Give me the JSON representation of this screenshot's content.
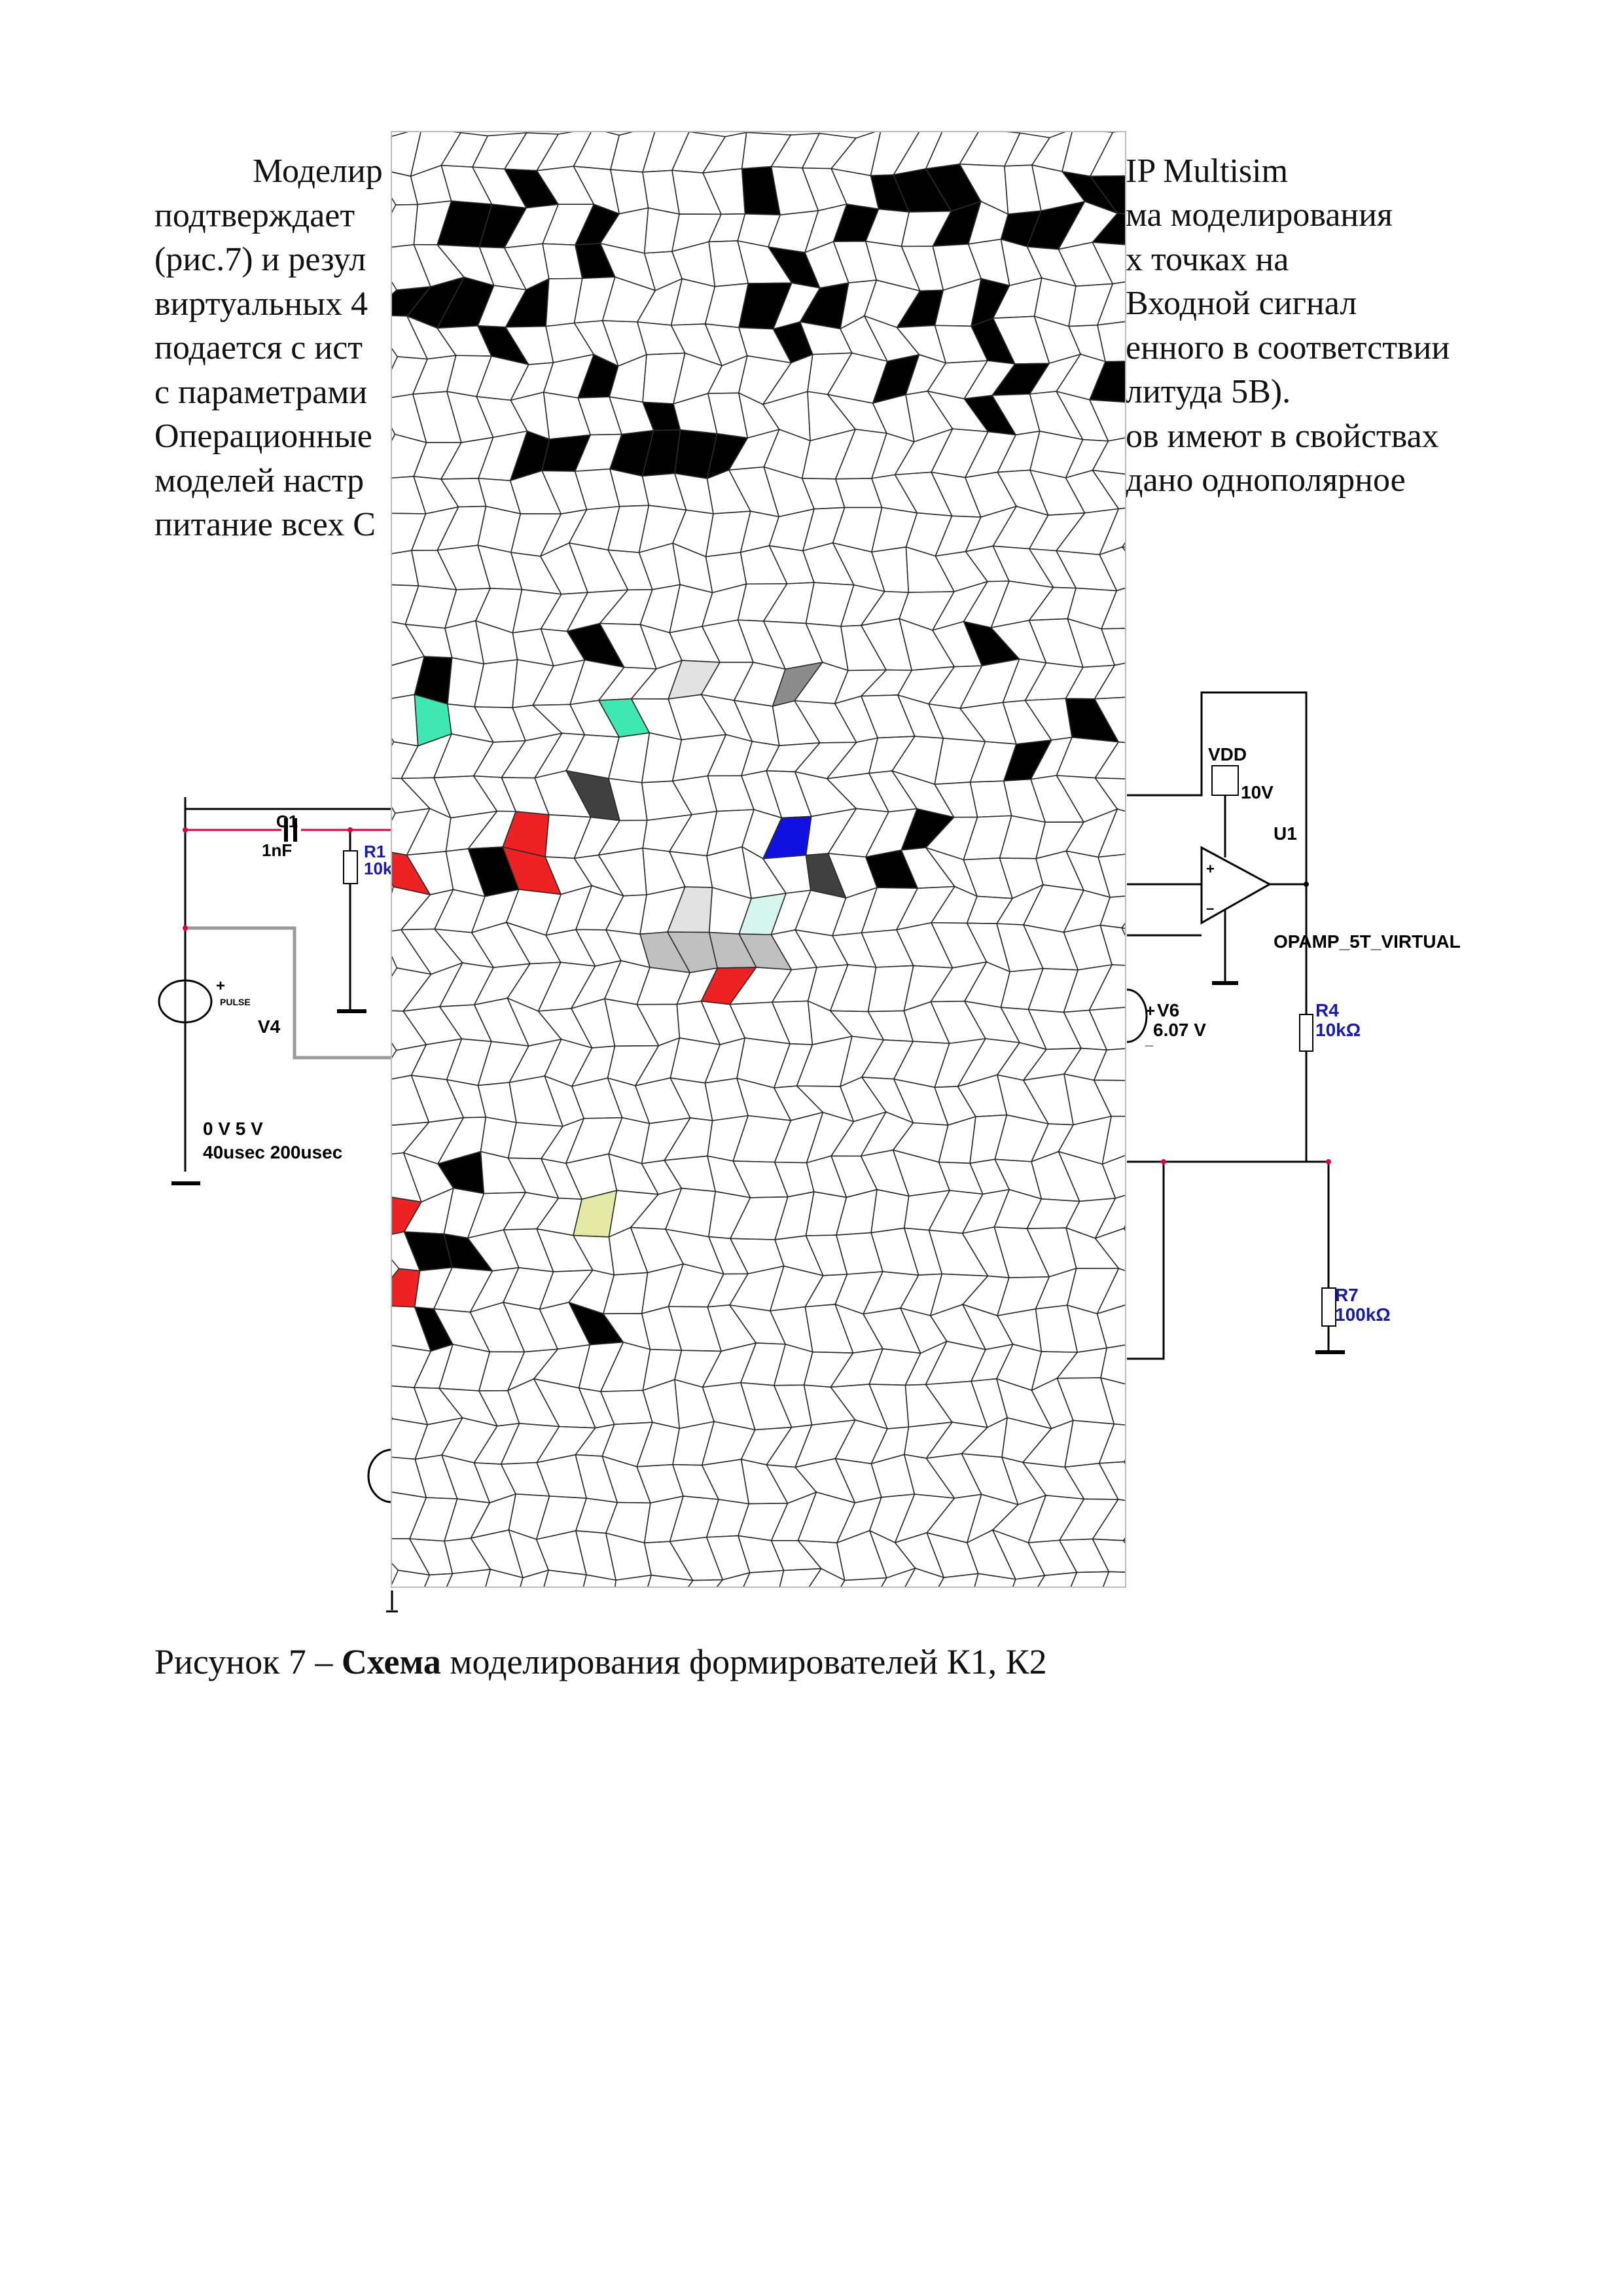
{
  "document": {
    "paragraph": {
      "lines_left": [
        "Моделир",
        "подтверждает",
        "(рис.7)  и резул",
        "виртуальных 4",
        "подается с ист",
        "с параметрами",
        "Операционные",
        "моделей  настр",
        "питание всех С"
      ],
      "lines_right": [
        "IP Multisim",
        "ма моделирования",
        "х точках на",
        "Входной сигнал",
        "енного в соответствии",
        "литуда 5В).",
        "ов имеют в свойствах",
        "дано однополярное",
        ""
      ]
    },
    "figure": {
      "caption_prefix": "Рисунок 7 – ",
      "caption_bold": "Схема",
      "caption_suffix": " моделирования формирователей К1, К2"
    }
  },
  "schematic": {
    "components": {
      "c1": {
        "ref": "C1",
        "value": "1nF"
      },
      "r1": {
        "ref": "R1",
        "value": "10k"
      },
      "v4": {
        "ref": "V4",
        "type_label": "PULSE",
        "params_1": "0 V 5 V",
        "params_2": "40usec 200usec"
      },
      "vdd": {
        "ref": "VDD",
        "value": "10V"
      },
      "u1": {
        "ref": "U1",
        "model": "OPAMP_5T_VIRTUAL",
        "plus": "+",
        "minus": "–"
      },
      "v6": {
        "ref": "V6",
        "value": "6.07 V",
        "plus": "+",
        "minus": "_"
      },
      "r4": {
        "ref": "R4",
        "value": "10kΩ"
      },
      "r7": {
        "ref": "R7",
        "value": "100kΩ"
      }
    },
    "colors": {
      "wire": "#000000",
      "net_highlight": "#e0003c",
      "component_label_blue": "#1a1aa8"
    }
  },
  "overlay": {
    "description": "voronoi-mosaic-occlusion",
    "cell_colors": {
      "black": "#000000",
      "dark_gray": "#404040",
      "mid_gray": "#8c8c8c",
      "light_gray": "#c0c0c0",
      "pale_gray": "#e2e2e2",
      "teal": "#3fe8b0",
      "red": "#ee2222",
      "blue": "#1010e0",
      "pale_yellow": "#e4eaa6",
      "pale_cyan": "#d6f5ee"
    }
  }
}
